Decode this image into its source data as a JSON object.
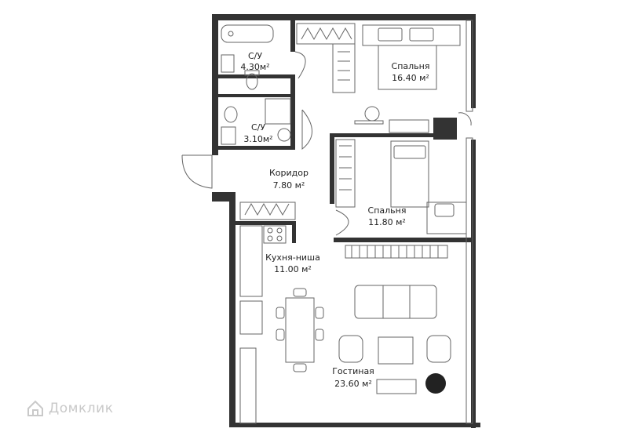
{
  "rooms": {
    "bath1": {
      "name": "С/У",
      "area": "4.30м²"
    },
    "bath2": {
      "name": "С/У",
      "area": "3.10м²"
    },
    "bedroom1": {
      "name": "Спальня",
      "area": "16.40 м²"
    },
    "bedroom2": {
      "name": "Спальня",
      "area": "11.80 м²"
    },
    "corridor": {
      "name": "Коридор",
      "area": "7.80 м²"
    },
    "kitchen": {
      "name": "Кухня-ниша",
      "area": "11.00 м²"
    },
    "living": {
      "name": "Гостиная",
      "area": "23.60 м²"
    }
  },
  "watermark": {
    "text": "Домклик",
    "icon": "house-logo-icon"
  },
  "colors": {
    "wall": "#333333",
    "line": "#555555",
    "watermark": "#c9c9c9",
    "accent": "#222222"
  }
}
